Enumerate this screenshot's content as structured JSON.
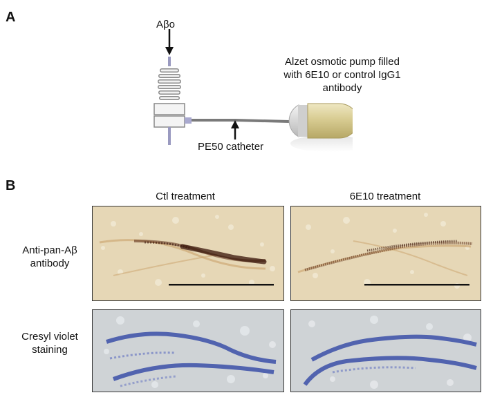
{
  "panel_a": {
    "letter": "A",
    "abeta_label": "Aβo",
    "pump_label_lines": [
      "Alzet osmotic pump filled",
      "with 6E10 or control IgG1",
      "antibody"
    ],
    "catheter_label": "PE50 catheter"
  },
  "panel_b": {
    "letter": "B",
    "column_headers": [
      "Ctl treatment",
      "6E10 treatment"
    ],
    "row_labels": [
      {
        "lines": [
          "Anti-pan-Aβ",
          "antibody"
        ]
      },
      {
        "lines": [
          "Cresyl violet",
          "staining"
        ]
      }
    ]
  },
  "colors": {
    "ihc_background": "#e6d7b6",
    "ihc_stain": "#5a2a14",
    "cresyl_background": "#cfd3d6",
    "cresyl_stain": "#3b4fa8",
    "pump_body": "#d8cc92",
    "catheter": "#7a7a7a"
  }
}
